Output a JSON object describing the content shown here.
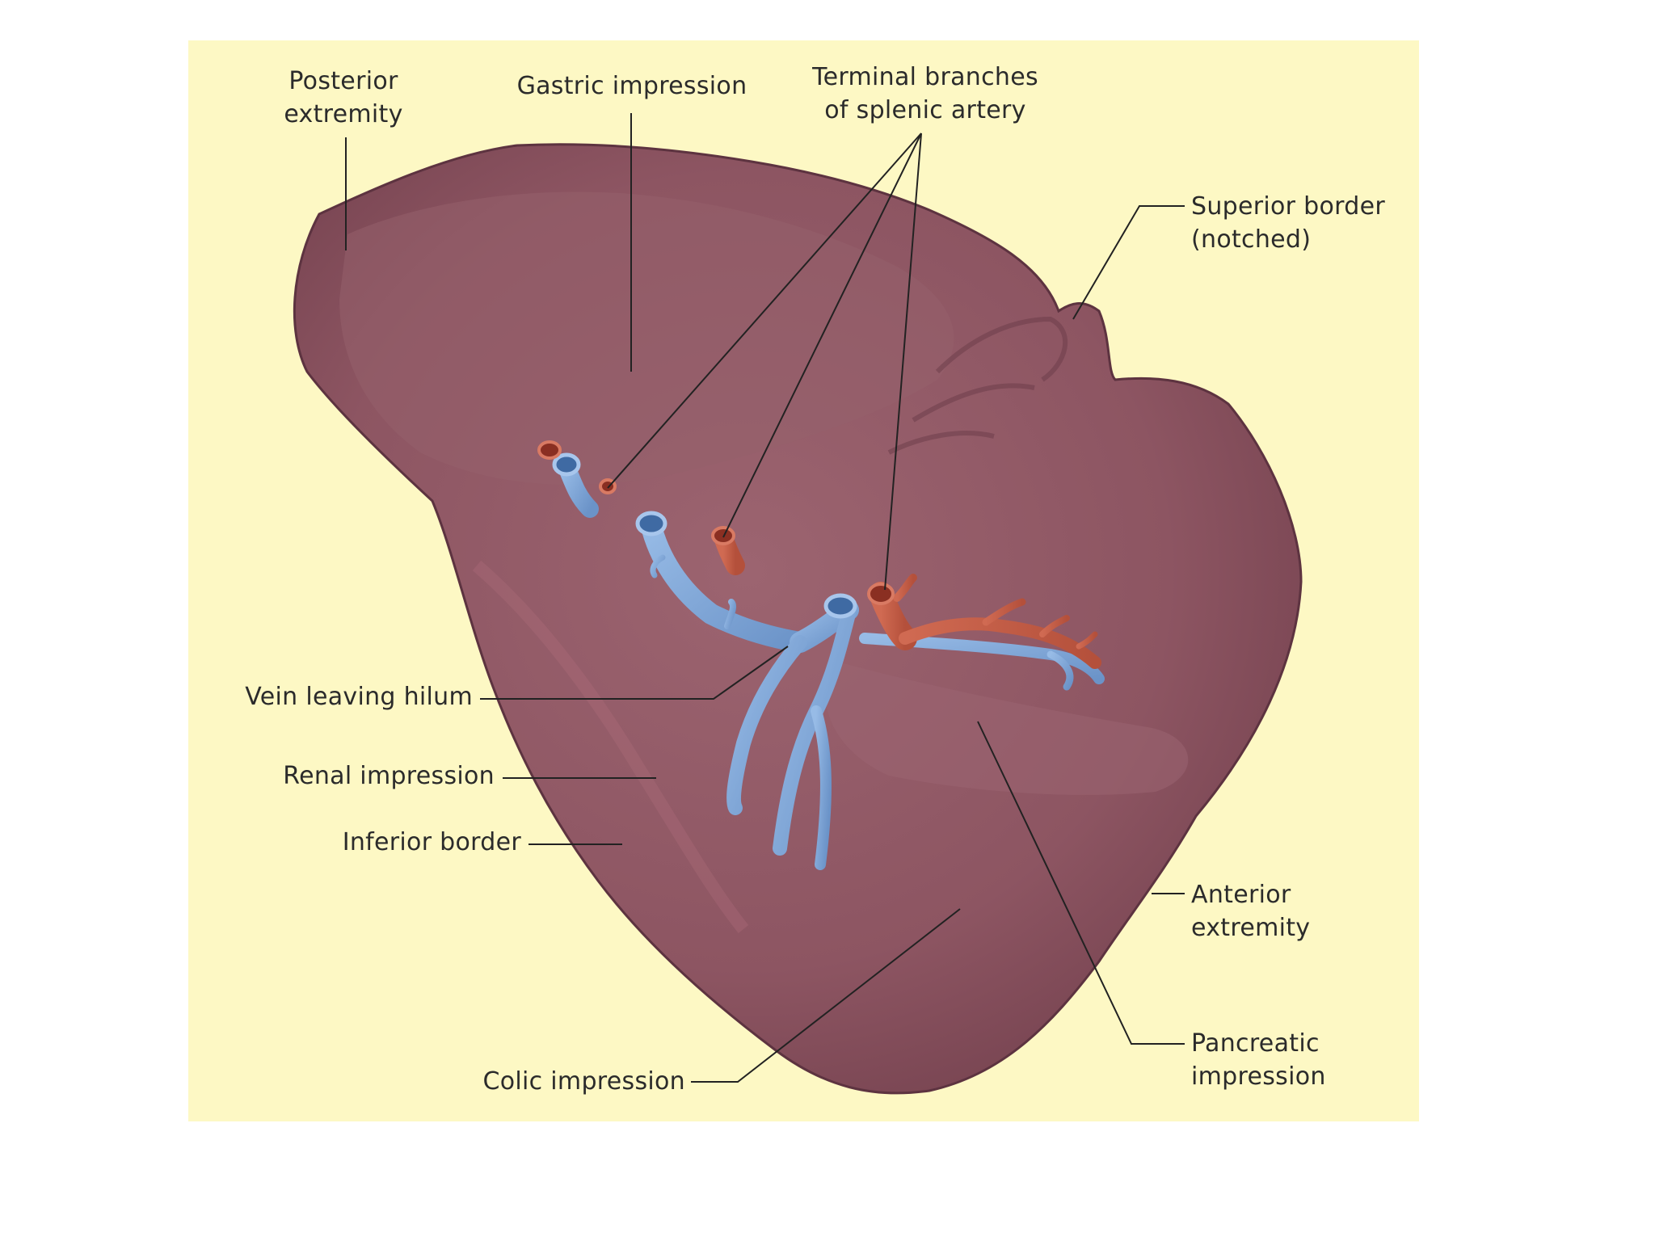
{
  "diagram": {
    "labels": {
      "posterior_extremity": [
        "Posterior",
        "extremity"
      ],
      "gastric_impression": "Gastric impression",
      "terminal_branches": [
        "Terminal branches",
        "of splenic artery"
      ],
      "superior_border": [
        "Superior border",
        "(notched)"
      ],
      "vein_leaving_hilum": "Vein leaving hilum",
      "renal_impression": "Renal impression",
      "inferior_border": "Inferior border",
      "anterior_extremity": [
        "Anterior",
        "extremity"
      ],
      "pancreatic_impression": [
        "Pancreatic",
        "impression"
      ],
      "colic_impression": "Colic impression"
    },
    "colors": {
      "background_panel": "#fdf8c4",
      "organ": "#8f5763",
      "organ_dark": "#6e3e4a",
      "vein": "#7ea6d8",
      "artery": "#c25a44",
      "leader_line": "#222222",
      "text": "#2b2b2b"
    }
  }
}
